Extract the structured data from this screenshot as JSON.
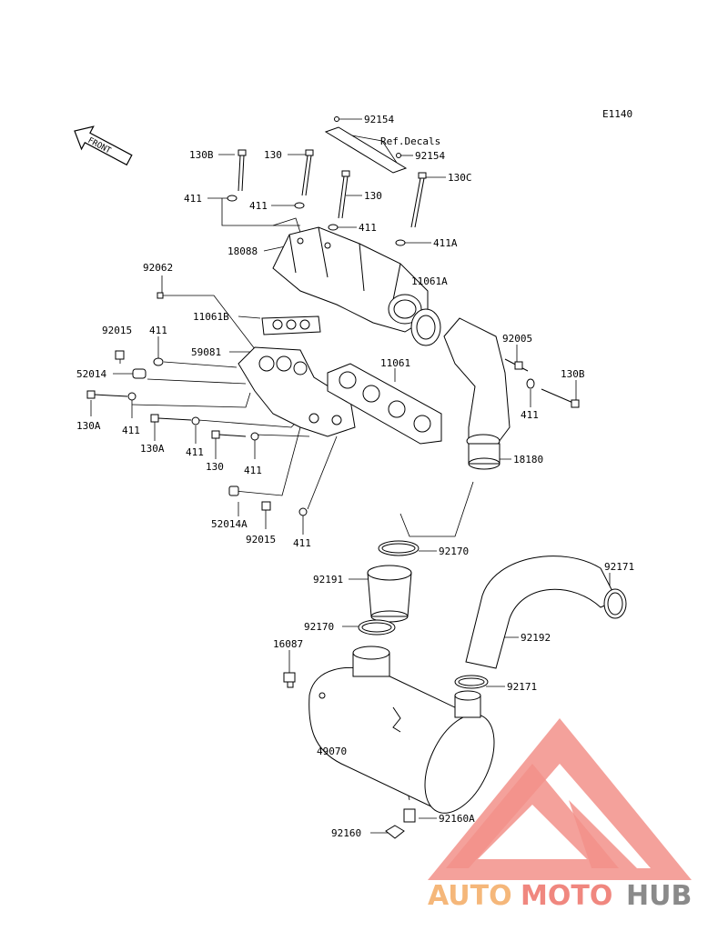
{
  "diagram_code": "E1140",
  "front_label": "FRONT",
  "labels": {
    "l92154a": "92154",
    "lRef": "Ref.Decals",
    "l92154b": "92154",
    "l130Ba": "130B",
    "l130a": "130",
    "l130b": "130",
    "l130C": "130C",
    "l411a": "411",
    "l411b": "411",
    "l411c": "411",
    "l411A": "411A",
    "l18088": "18088",
    "l11061A": "11061A",
    "l92062": "92062",
    "l11061B": "11061B",
    "l92015a": "92015",
    "l411d": "411",
    "l59081": "59081",
    "l11061": "11061",
    "l92005": "92005",
    "l52014": "52014",
    "l130Bb": "130B",
    "l130Aa": "130A",
    "l411e": "411",
    "l130Ab": "130A",
    "l411f": "411",
    "l411g": "411",
    "l130c": "130",
    "l411h": "411",
    "l18180": "18180",
    "l52014A": "52014A",
    "l92015b": "92015",
    "l411i": "411",
    "l92170a": "92170",
    "l92191": "92191",
    "l92171a": "92171",
    "l92170b": "92170",
    "l92192": "92192",
    "l16087": "16087",
    "l92171b": "92171",
    "l49070": "49070",
    "l92160A": "92160A",
    "l92160": "92160"
  },
  "watermark": {
    "part1": "AUTO",
    "part2": "MOTO",
    "part3": "HUB"
  },
  "colors": {
    "logo_red": "#f0877f",
    "logo_orange": "#f5b77a",
    "logo_gray": "#8a8a8a"
  }
}
